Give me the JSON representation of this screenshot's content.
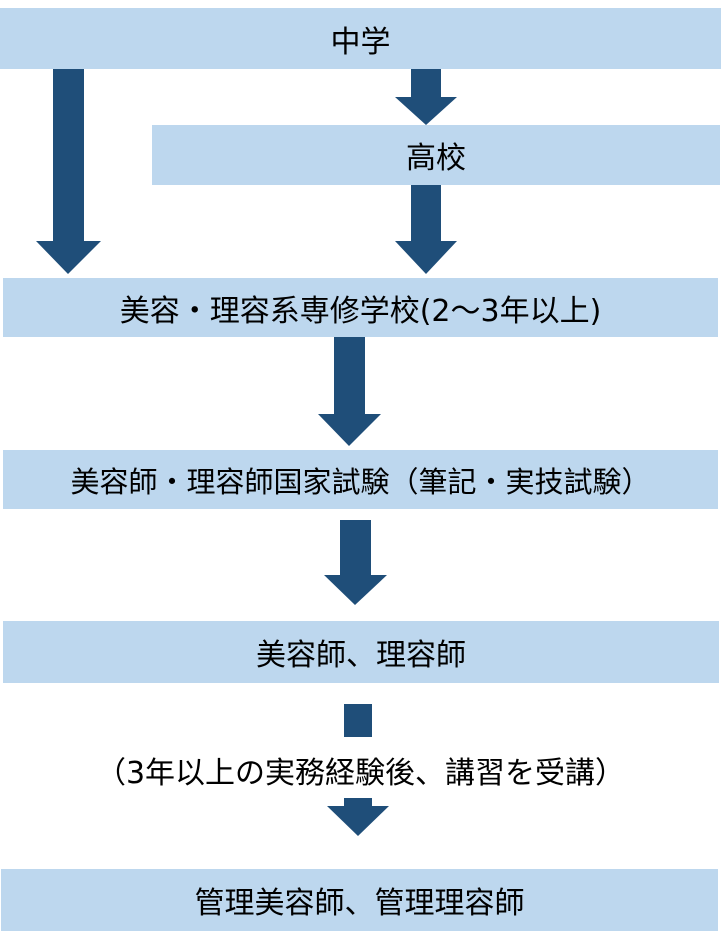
{
  "diagram": {
    "title": "美容師・理容師になるまでの流れ",
    "colors": {
      "box": "#bdd7ee",
      "arrow": "#1f4e79",
      "text": "#000000"
    },
    "nodes": [
      {
        "id": "junior-high",
        "label": "中学"
      },
      {
        "id": "high-school",
        "label": "高校"
      },
      {
        "id": "vocational-school",
        "label": "美容・理容系専修学校(2～3年以上)"
      },
      {
        "id": "national-exam",
        "label": "美容師・理容師国家試験（筆記・実技試験）"
      },
      {
        "id": "licensed",
        "label": "美容師、理容師"
      },
      {
        "id": "manager",
        "label": "管理美容師、管理理容師"
      }
    ],
    "note": "（3年以上の実務経験後、講習を受講）",
    "edges": [
      {
        "from": "junior-high",
        "to": "high-school"
      },
      {
        "from": "junior-high",
        "to": "vocational-school"
      },
      {
        "from": "high-school",
        "to": "vocational-school"
      },
      {
        "from": "vocational-school",
        "to": "national-exam"
      },
      {
        "from": "national-exam",
        "to": "licensed"
      },
      {
        "from": "licensed",
        "to": "manager"
      }
    ]
  }
}
